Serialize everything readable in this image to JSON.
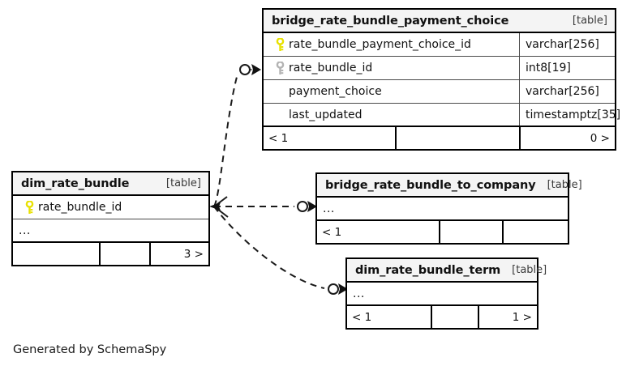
{
  "diagram": {
    "credit": "Generated by SchemaSpy",
    "table_tag": "[table]",
    "ellipsis": "...",
    "pk_icon": "key-icon-primary",
    "fk_icon": "key-icon-foreign",
    "colors": {
      "pk_key": "#e8e100",
      "fk_key": "#b3b3b3",
      "border": "#000000",
      "header_bg": "#f4f4f4",
      "text": "#111111",
      "edge": "#1a1a1a"
    }
  },
  "tables": [
    {
      "id": "bridge_rate_bundle_payment_choice",
      "name": "bridge_rate_bundle_payment_choice",
      "tag": "[table]",
      "columns": [
        {
          "key": "pk",
          "name": "rate_bundle_payment_choice_id",
          "type": "varchar[256]"
        },
        {
          "key": "fk",
          "name": "rate_bundle_id",
          "type": "int8[19]"
        },
        {
          "key": "none",
          "name": "payment_choice",
          "type": "varchar[256]"
        },
        {
          "key": "none",
          "name": "last_updated",
          "type": "timestamptz[35]"
        }
      ],
      "footer": [
        "< 1",
        "",
        "0 >"
      ]
    },
    {
      "id": "dim_rate_bundle",
      "name": "dim_rate_bundle",
      "tag": "[table]",
      "columns": [
        {
          "key": "pk",
          "name": "rate_bundle_id",
          "type": ""
        },
        {
          "key": "none",
          "name": "...",
          "type": ""
        }
      ],
      "footer": [
        "",
        "",
        "3 >"
      ]
    },
    {
      "id": "bridge_rate_bundle_to_company",
      "name": "bridge_rate_bundle_to_company",
      "tag": "[table]",
      "columns": [
        {
          "key": "none",
          "name": "...",
          "type": ""
        }
      ],
      "footer": [
        "< 1",
        "",
        ""
      ]
    },
    {
      "id": "dim_rate_bundle_term",
      "name": "dim_rate_bundle_term",
      "tag": "[table]",
      "columns": [
        {
          "key": "none",
          "name": "...",
          "type": ""
        }
      ],
      "footer": [
        "< 1",
        "",
        "1 >"
      ]
    }
  ],
  "relationships": [
    {
      "from": "dim_rate_bundle",
      "to": "bridge_rate_bundle_payment_choice",
      "style": "dashed",
      "source_marker": "crowsfoot",
      "target_marker": "circle-crowsfoot"
    },
    {
      "from": "dim_rate_bundle",
      "to": "bridge_rate_bundle_to_company",
      "style": "dashed",
      "source_marker": "crowsfoot",
      "target_marker": "circle-crowsfoot"
    },
    {
      "from": "dim_rate_bundle",
      "to": "dim_rate_bundle_term",
      "style": "dashed",
      "source_marker": "crowsfoot",
      "target_marker": "circle-crowsfoot"
    }
  ]
}
